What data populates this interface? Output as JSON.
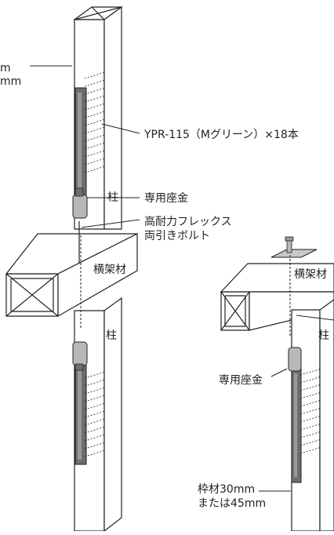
{
  "labels": {
    "left_cut_1": "m",
    "left_cut_2": "mm",
    "hold_down": "YPR-115（Mグリーン）×18本",
    "washer_left": "専用座金",
    "column_upper": "柱",
    "bolt_1": "高耐力フレックス",
    "bolt_2": "両引きボルト",
    "beam_left": "横架材",
    "column_lower": "柱",
    "beam_right": "横架材",
    "column_right": "柱",
    "washer_right": "専用座金",
    "frame_1": "枠材30mm",
    "frame_2": "または45mm"
  },
  "colors": {
    "line": "#222222",
    "bracket": "#6e6e6e",
    "bracket_light": "#9a9a9a",
    "washer": "#b8b8b8"
  }
}
